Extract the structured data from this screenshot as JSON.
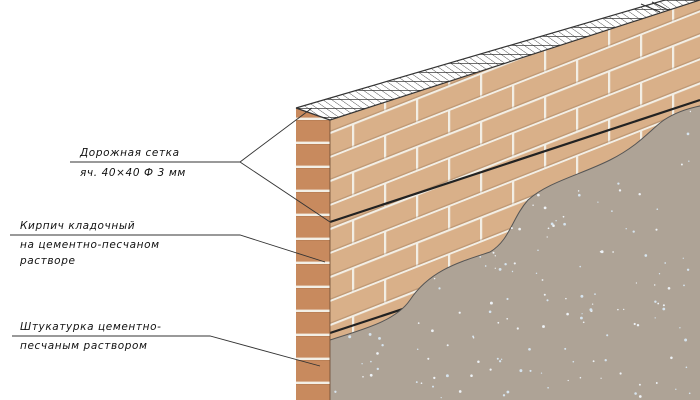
{
  "colors": {
    "brick_face": "#d9b089",
    "brick_side": "#c88a5e",
    "mortar": "#f3efe6",
    "plaster": "#aea396",
    "mesh": "#333333",
    "leader": "#333333",
    "text": "#111111"
  },
  "labels": {
    "mesh": {
      "line1": "Дорожная сетка",
      "line2": "яч. 40×40 Ф 3 мм"
    },
    "brick": {
      "line1": "Кирпич кладочный",
      "line2": "на цементно-песчаном",
      "line3": "растворе"
    },
    "plaster": {
      "line1": "Штукатурка цементно-",
      "line2": "песчаным раствором"
    }
  }
}
